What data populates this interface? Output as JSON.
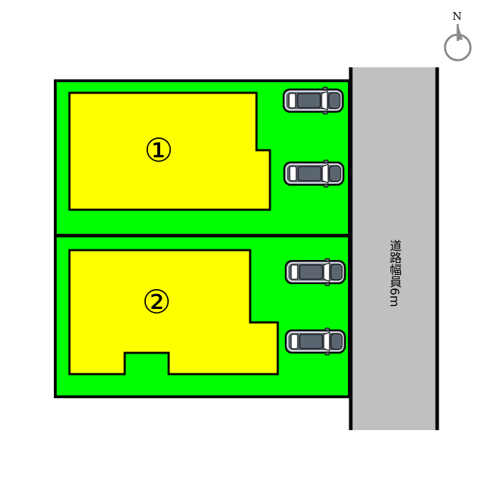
{
  "colors": {
    "lot_fill": "#00ff00",
    "building_fill": "#ffff00",
    "road_fill": "#c0c0c0",
    "outline": "#000000",
    "car_body": "#5b6570",
    "car_glass": "#ffffff",
    "compass": "#888888"
  },
  "compass": {
    "north_label": "N",
    "icon": "north-arrow-icon"
  },
  "road": {
    "label": "道路幅員6m"
  },
  "lots": [
    {
      "number": "①",
      "parking_spaces": 2,
      "car_icon": "car-icon"
    },
    {
      "number": "②",
      "parking_spaces": 2,
      "car_icon": "car-icon"
    }
  ]
}
